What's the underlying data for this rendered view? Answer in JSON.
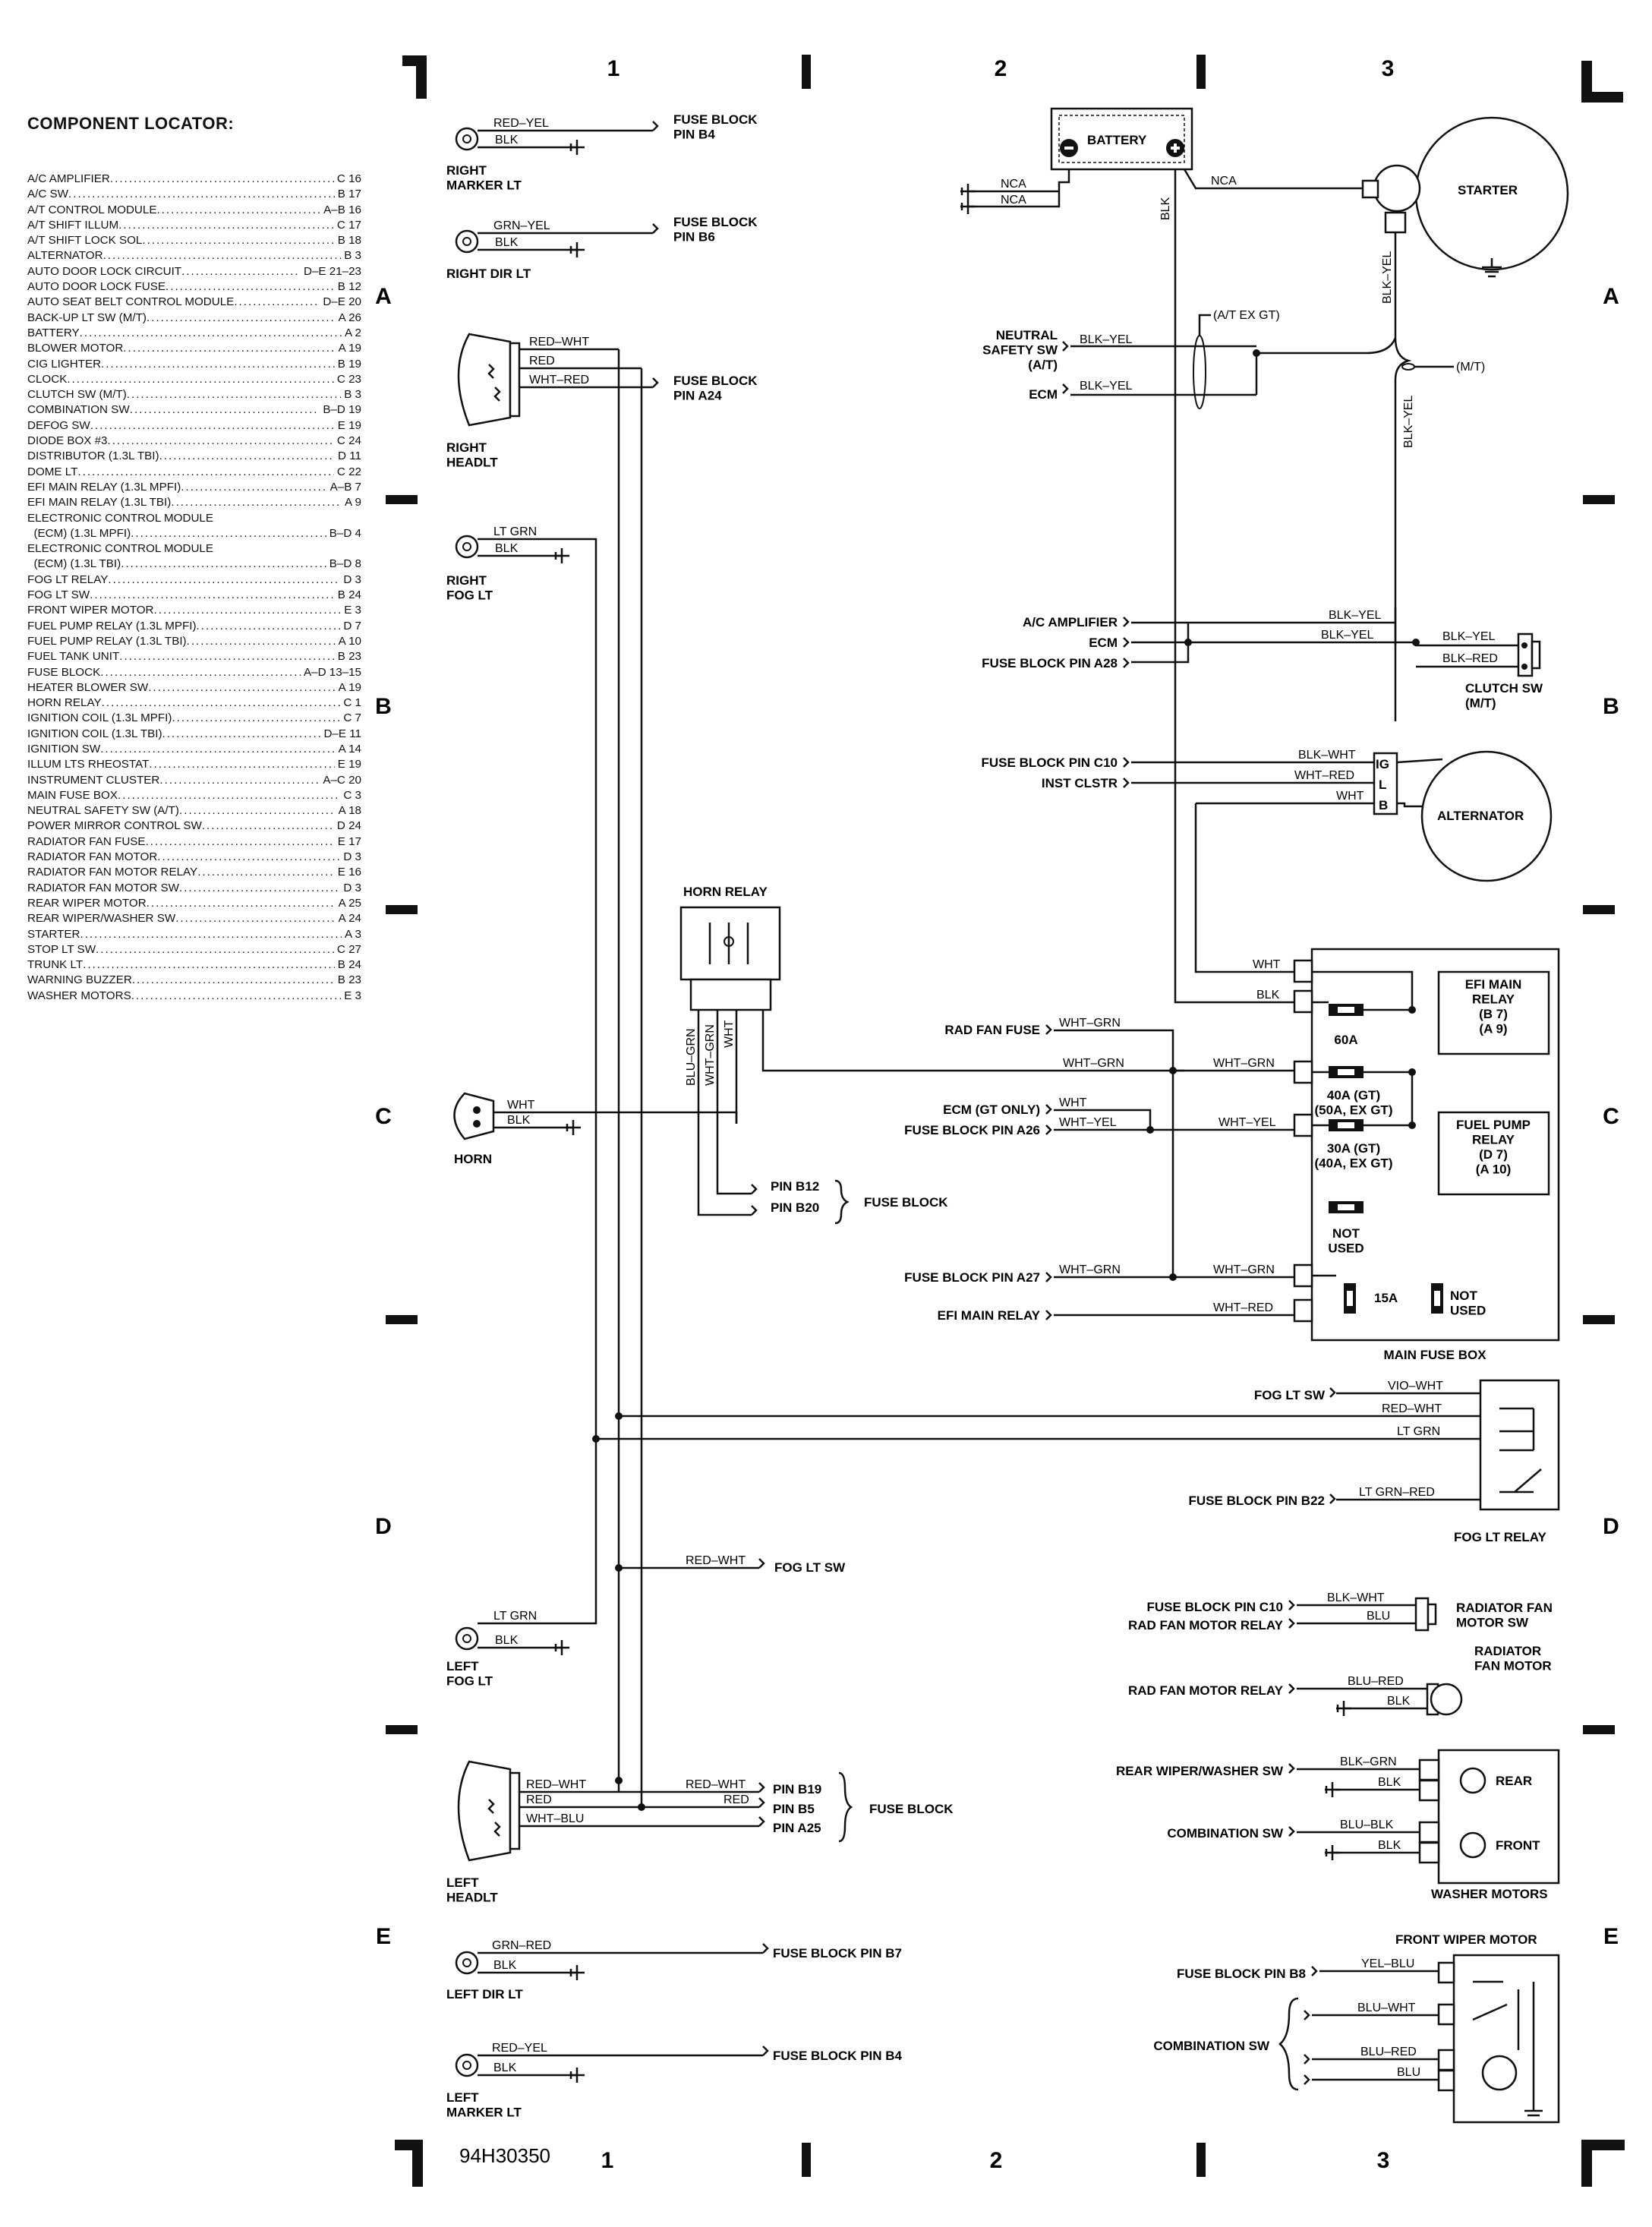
{
  "figure_code": "94H30350",
  "grid": {
    "columns": [
      "1",
      "2",
      "3"
    ],
    "rows": [
      "A",
      "B",
      "C",
      "D",
      "E"
    ]
  },
  "locator": {
    "title": "COMPONENT LOCATOR:",
    "items": [
      {
        "name": "A/C AMPLIFIER",
        "grid": "C 16"
      },
      {
        "name": "A/C SW",
        "grid": "B 17"
      },
      {
        "name": "A/T CONTROL MODULE",
        "grid": "A–B 16"
      },
      {
        "name": "A/T SHIFT ILLUM",
        "grid": "C 17"
      },
      {
        "name": "A/T SHIFT LOCK SOL",
        "grid": "B 18"
      },
      {
        "name": "ALTERNATOR",
        "grid": "B 3"
      },
      {
        "name": "AUTO DOOR LOCK CIRCUIT",
        "grid": "D–E 21–23"
      },
      {
        "name": "AUTO DOOR LOCK FUSE",
        "grid": "B 12"
      },
      {
        "name": "AUTO SEAT BELT CONTROL MODULE",
        "grid": "D–E 20"
      },
      {
        "name": "BACK-UP LT SW (M/T)",
        "grid": "A 26"
      },
      {
        "name": "BATTERY",
        "grid": "A 2"
      },
      {
        "name": "BLOWER MOTOR",
        "grid": "A 19"
      },
      {
        "name": "CIG LIGHTER",
        "grid": "B 19"
      },
      {
        "name": "CLOCK",
        "grid": "C 23"
      },
      {
        "name": "CLUTCH SW (M/T)",
        "grid": "B 3"
      },
      {
        "name": "COMBINATION SW",
        "grid": "B–D 19"
      },
      {
        "name": "DEFOG SW",
        "grid": "E 19"
      },
      {
        "name": "DIODE BOX #3",
        "grid": "C 24"
      },
      {
        "name": "DISTRIBUTOR (1.3L TBI)",
        "grid": "D 11"
      },
      {
        "name": "DOME LT",
        "grid": "C 22"
      },
      {
        "name": "EFI MAIN RELAY (1.3L MPFI)",
        "grid": "A–B 7"
      },
      {
        "name": "EFI MAIN RELAY (1.3L TBI)",
        "grid": "A 9"
      },
      {
        "name": "ELECTRONIC CONTROL MODULE",
        "grid": "",
        "cont": true
      },
      {
        "name": "  (ECM) (1.3L MPFI)",
        "grid": "B–D 4"
      },
      {
        "name": "ELECTRONIC CONTROL MODULE",
        "grid": "",
        "cont": true
      },
      {
        "name": "  (ECM) (1.3L TBI)",
        "grid": "B–D 8"
      },
      {
        "name": "FOG LT RELAY",
        "grid": "D 3"
      },
      {
        "name": "FOG LT SW",
        "grid": "B 24"
      },
      {
        "name": "FRONT WIPER MOTOR",
        "grid": "E 3"
      },
      {
        "name": "FUEL PUMP RELAY (1.3L MPFI)",
        "grid": "D 7"
      },
      {
        "name": "FUEL PUMP RELAY (1.3L TBI)",
        "grid": "A 10"
      },
      {
        "name": "FUEL TANK UNIT",
        "grid": "B 23"
      },
      {
        "name": "FUSE BLOCK",
        "grid": "A–D 13–15"
      },
      {
        "name": "HEATER BLOWER SW",
        "grid": "A 19"
      },
      {
        "name": "HORN RELAY",
        "grid": "C 1"
      },
      {
        "name": "IGNITION COIL (1.3L MPFI)",
        "grid": "C 7"
      },
      {
        "name": "IGNITION COIL (1.3L TBI)",
        "grid": "D–E 11"
      },
      {
        "name": "IGNITION SW",
        "grid": "A 14"
      },
      {
        "name": "ILLUM LTS RHEOSTAT",
        "grid": "E 19"
      },
      {
        "name": "INSTRUMENT CLUSTER",
        "grid": "A–C 20"
      },
      {
        "name": "MAIN FUSE BOX",
        "grid": "C 3"
      },
      {
        "name": "NEUTRAL SAFETY SW (A/T)",
        "grid": "A 18"
      },
      {
        "name": "POWER MIRROR CONTROL SW",
        "grid": "D 24"
      },
      {
        "name": "RADIATOR FAN FUSE",
        "grid": "E 17"
      },
      {
        "name": "RADIATOR FAN MOTOR",
        "grid": "D 3"
      },
      {
        "name": "RADIATOR FAN MOTOR RELAY",
        "grid": "E 16"
      },
      {
        "name": "RADIATOR FAN MOTOR SW",
        "grid": "D 3"
      },
      {
        "name": "REAR WIPER MOTOR",
        "grid": "A 25"
      },
      {
        "name": "REAR WIPER/WASHER SW",
        "grid": "A 24"
      },
      {
        "name": "STARTER",
        "grid": "A 3"
      },
      {
        "name": "STOP LT SW",
        "grid": "C 27"
      },
      {
        "name": "TRUNK LT",
        "grid": "B 24"
      },
      {
        "name": "WARNING BUZZER",
        "grid": "B 23"
      },
      {
        "name": "WASHER MOTORS",
        "grid": "E 3"
      }
    ]
  },
  "components": {
    "right_marker_lt": "RIGHT\nMARKER LT",
    "right_dir_lt": "RIGHT DIR LT",
    "right_headlt": "RIGHT\nHEADLT",
    "right_fog_lt": "RIGHT\nFOG LT",
    "horn": "HORN",
    "horn_relay": "HORN RELAY",
    "left_fog_lt": "LEFT\nFOG LT",
    "left_headlt": "LEFT\nHEADLT",
    "left_dir_lt": "LEFT DIR LT",
    "left_marker_lt": "LEFT\nMARKER LT",
    "battery": "BATTERY",
    "starter": "STARTER",
    "clutch_sw": "CLUTCH SW\n(M/T)",
    "alternator": "ALTERNATOR",
    "efi_main_relay": "EFI MAIN\nRELAY\n(B 7)\n(A 9)",
    "fuel_pump_relay": "FUEL PUMP\nRELAY\n(D 7)\n(A 10)",
    "main_fuse_box": "MAIN FUSE BOX",
    "fog_lt_relay": "FOG LT RELAY",
    "radiator_fan_motor_sw": "RADIATOR FAN\nMOTOR SW",
    "radiator_fan_motor": "RADIATOR\nFAN MOTOR",
    "washer_motors": "WASHER MOTORS",
    "rear": "REAR",
    "front": "FRONT",
    "front_wiper_motor": "FRONT WIPER MOTOR"
  },
  "fuses": {
    "f60a": "60A",
    "f40a": "40A (GT)\n(50A, EX GT)",
    "f30a": "30A (GT)\n(40A, EX GT)",
    "not_used_1": "NOT\nUSED",
    "f15a": "15A",
    "not_used_2": "NOT\nUSED"
  },
  "alternator_terminals": [
    "IG",
    "L",
    "B"
  ],
  "connections": {
    "fuse_block_pin_b4": "FUSE BLOCK\nPIN B4",
    "fuse_block_pin_b6": "FUSE BLOCK\nPIN B6",
    "fuse_block_pin_a24": "FUSE BLOCK\nPIN A24",
    "neutral_safety_sw": "NEUTRAL\nSAFETY SW\n(A/T)",
    "ecm": "ECM",
    "at_ex_gt": "(A/T EX GT)",
    "mt": "(M/T)",
    "ac_amplifier": "A/C AMPLIFIER",
    "ecm2": "ECM",
    "fuse_block_pin_a28": "FUSE BLOCK PIN A28",
    "fuse_block_pin_c10": "FUSE BLOCK PIN C10",
    "inst_clstr": "INST CLSTR",
    "rad_fan_fuse": "RAD FAN FUSE",
    "ecm_gt_only": "ECM (GT ONLY)",
    "fuse_block_pin_a26": "FUSE BLOCK PIN A26",
    "fuse_block_pin_a27": "FUSE BLOCK PIN A27",
    "efi_main_relay": "EFI MAIN RELAY",
    "pin_b12": "PIN B12",
    "pin_b20": "PIN B20",
    "fuse_block": "FUSE BLOCK",
    "fog_lt_sw": "FOG LT SW",
    "fuse_block_pin_b22": "FUSE BLOCK PIN B22",
    "fog_lt_sw_2": "FOG LT SW",
    "fuse_block_pin_c10_b": "FUSE BLOCK PIN C10",
    "rad_fan_motor_relay": "RAD FAN MOTOR RELAY",
    "rad_fan_motor_relay_2": "RAD FAN MOTOR RELAY",
    "rear_wiper_washer_sw": "REAR WIPER/WASHER SW",
    "combination_sw": "COMBINATION SW",
    "pin_b19": "PIN B19",
    "pin_b5": "PIN B5",
    "pin_a25": "PIN A25",
    "fuse_block_2": "FUSE BLOCK",
    "fuse_block_pin_b7": "FUSE BLOCK PIN B7",
    "fuse_block_pin_b4_b": "FUSE BLOCK PIN B4",
    "fuse_block_pin_b8": "FUSE BLOCK PIN B8",
    "combination_sw_2": "COMBINATION SW"
  },
  "wires": {
    "red_yel": "RED–YEL",
    "blk": "BLK",
    "grn_yel": "GRN–YEL",
    "red_wht": "RED–WHT",
    "red": "RED",
    "wht_red": "WHT–RED",
    "lt_grn": "LT GRN",
    "wht": "WHT",
    "blu_grn": "BLU–GRN",
    "wht_grn": "WHT–GRN",
    "nca": "NCA",
    "blk_yel": "BLK–YEL",
    "blk_red": "BLK–RED",
    "blk_wht": "BLK–WHT",
    "wht_yel": "WHT–YEL",
    "vio_wht": "VIO–WHT",
    "lt_grn_red": "LT GRN–RED",
    "wht_blu": "WHT–BLU",
    "grn_red": "GRN–RED",
    "blu": "BLU",
    "blu_red": "BLU–RED",
    "blk_grn": "BLK–GRN",
    "blu_blk": "BLU–BLK",
    "yel_blu": "YEL–BLU",
    "blu_wht": "BLU–WHT"
  }
}
